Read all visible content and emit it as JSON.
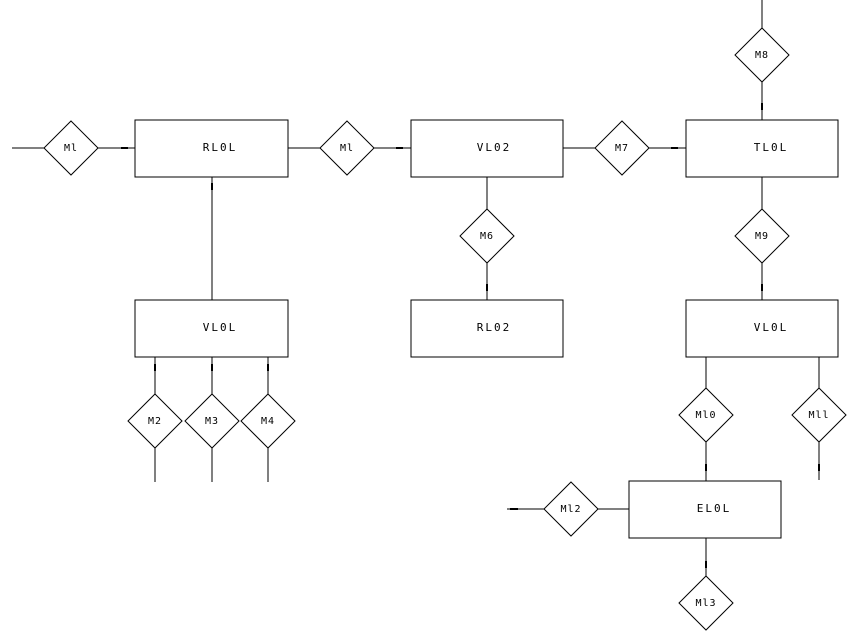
{
  "entities": {
    "r101": "RL0L",
    "v102": "VL02",
    "t101": "TL0L",
    "v101_left": "VL0L",
    "r102": "RL02",
    "v101_right": "VL0L",
    "e101": "EL0L"
  },
  "relations": {
    "m1_left": "Ml",
    "m1_mid": "Ml",
    "m7": "M7",
    "m8": "M8",
    "m6": "M6",
    "m9": "M9",
    "m2": "M2",
    "m3": "M3",
    "m4": "M4",
    "m10": "Ml0",
    "m11": "Mll",
    "m12": "Ml2",
    "m13": "Ml3"
  }
}
